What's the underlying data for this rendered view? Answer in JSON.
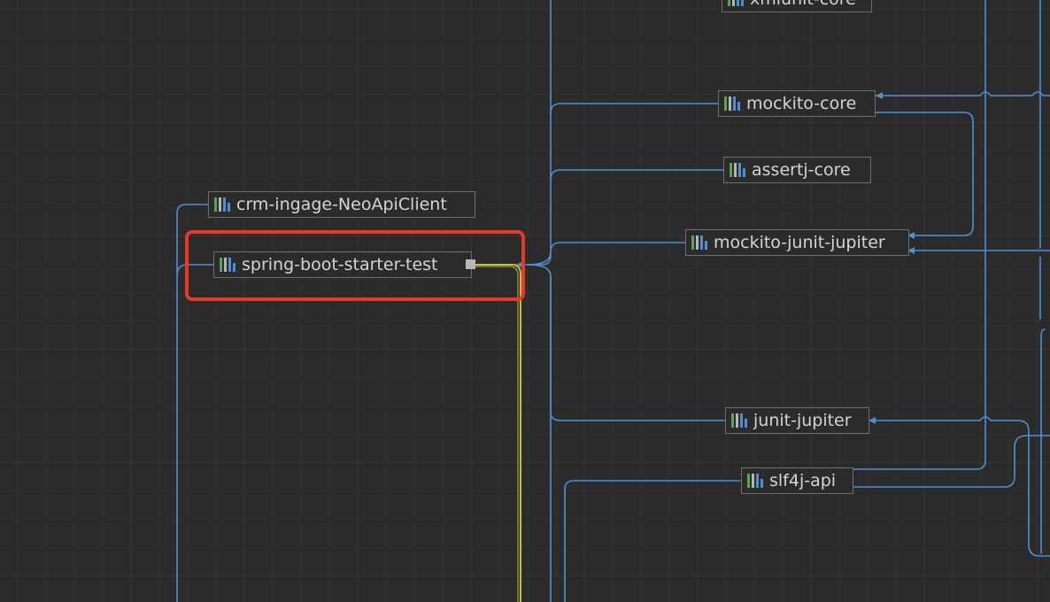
{
  "colors": {
    "background": "#2b2b2b",
    "edge": "#4f8fd1",
    "selected_edge": "#c9bb3e",
    "highlight": "#e5392a",
    "node_border": "#6e6e6e",
    "node_text": "#d4d4d4"
  },
  "nodes": [
    {
      "id": "xmlunit",
      "label": "xmlunit-core",
      "icon": "library-icon"
    },
    {
      "id": "mockito-core",
      "label": "mockito-core",
      "icon": "library-icon"
    },
    {
      "id": "assertj",
      "label": "assertj-core",
      "icon": "library-icon"
    },
    {
      "id": "crm",
      "label": "crm-ingage-NeoApiClient",
      "icon": "library-icon"
    },
    {
      "id": "sbst",
      "label": "spring-boot-starter-test",
      "icon": "library-icon",
      "selected": true
    },
    {
      "id": "mjj",
      "label": "mockito-junit-jupiter",
      "icon": "library-icon"
    },
    {
      "id": "junit",
      "label": "junit-jupiter",
      "icon": "library-icon"
    },
    {
      "id": "slf4j",
      "label": "slf4j-api",
      "icon": "library-icon"
    }
  ]
}
